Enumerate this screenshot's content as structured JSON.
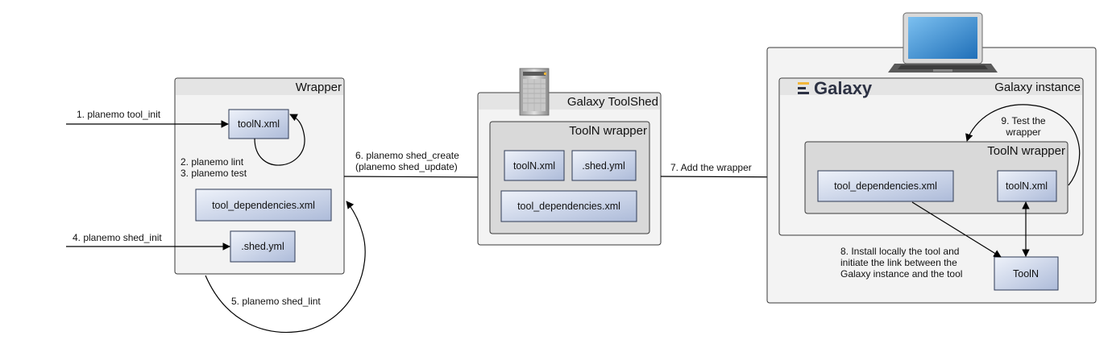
{
  "wrapper_panel": {
    "title": "Wrapper",
    "files": {
      "tooln_xml": "toolN.xml",
      "tool_dependencies": "tool_dependencies.xml",
      "shed_yml": ".shed.yml"
    }
  },
  "toolshed_panel": {
    "title": "Galaxy ToolShed",
    "inner_title": "ToolN wrapper",
    "files": {
      "tooln_xml": "toolN.xml",
      "shed_yml": ".shed.yml",
      "tool_dependencies": "tool_dependencies.xml"
    }
  },
  "galaxy_panel": {
    "logo_text": "Galaxy",
    "title": "Galaxy instance",
    "inner_title": "ToolN wrapper",
    "files": {
      "tool_dependencies": "tool_dependencies.xml",
      "tooln_xml": "toolN.xml"
    },
    "tool_box": "ToolN"
  },
  "steps": {
    "s1": "1. planemo tool_init",
    "s2": "2. planemo lint",
    "s3": "3. planemo test",
    "s4": "4. planemo shed_init",
    "s5": "5. planemo shed_lint",
    "s6a": "6. planemo shed_create",
    "s6b": "(planemo shed_update)",
    "s7": "7. Add the wrapper",
    "s8a": "8. Install locally the tool and",
    "s8b": "initiate the link between the",
    "s8c": "Galaxy instance and the tool",
    "s9a": "9. Test the",
    "s9b": "wrapper"
  },
  "colors": {
    "file_box_top": "#e9eef8",
    "file_box_bottom": "#aebbd8",
    "panel_fill": "#f3f3f3",
    "inner_fill": "#d9d9d9",
    "laptop_screen": "#3b8fd6",
    "galaxy_logo": "#2c3143",
    "galaxy_logo_accent": "#f2b63a"
  },
  "icons": [
    "server-icon",
    "laptop-icon",
    "galaxy-logo-icon"
  ]
}
